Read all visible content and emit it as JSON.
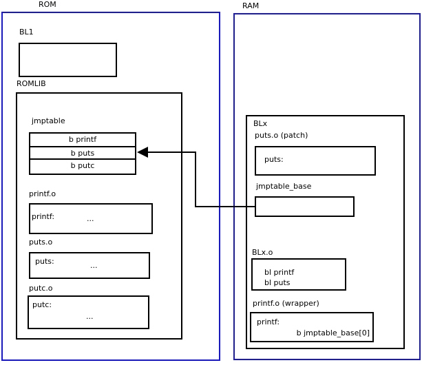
{
  "colors": {
    "region_border": "#1414e6",
    "box_border": "#000000",
    "background": "#ffffff",
    "arrow": "#000000"
  },
  "rom": {
    "label": "ROM",
    "bl1": {
      "label": "BL1"
    },
    "romlib": {
      "label": "ROMLIB",
      "jmptable": {
        "label": "jmptable",
        "rows": [
          "b printf",
          "b puts",
          "b putc"
        ]
      },
      "printf_o": {
        "label": "printf.o",
        "symbol": "printf:",
        "ellipsis": "..."
      },
      "puts_o": {
        "label": "puts.o",
        "symbol": "puts:",
        "ellipsis": "..."
      },
      "putc_o": {
        "label": "putc.o",
        "symbol": "putc:",
        "ellipsis": "..."
      }
    }
  },
  "ram": {
    "label": "RAM",
    "blx": {
      "label": "BLx",
      "puts_patch": {
        "label": "puts.o (patch)",
        "symbol": "puts:"
      },
      "jmptable_base": {
        "label": "jmptable_base"
      },
      "blx_o": {
        "label": "BLx.o",
        "lines": [
          "bl printf",
          "bl puts"
        ]
      },
      "printf_wrapper": {
        "label": "printf.o (wrapper)",
        "symbol": "printf:",
        "branch": "b jmptable_base[0]"
      }
    }
  }
}
